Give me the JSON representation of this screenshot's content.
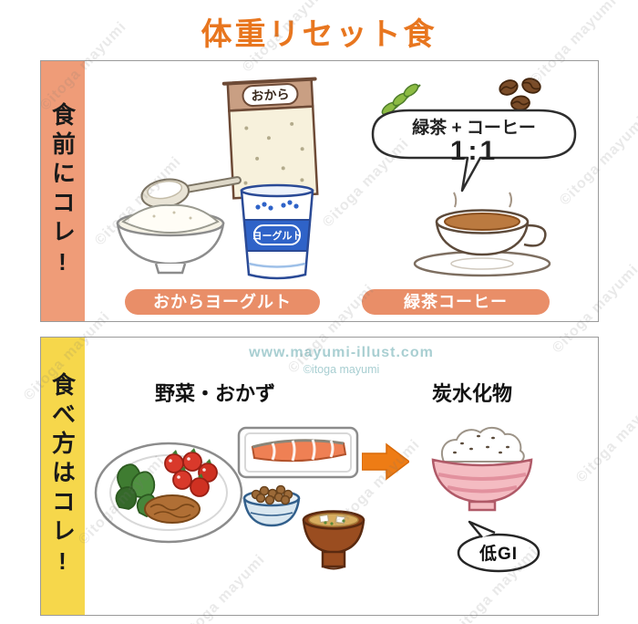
{
  "page": {
    "title": "体重リセット食"
  },
  "watermark": {
    "text": "©itoga mayumi",
    "site": "www.mayumi-illust.com",
    "credit": "©itoga mayumi"
  },
  "panel_before": {
    "side_label": "食前にコレ!",
    "okara_package_label": "おから",
    "yogurt_cup_label": "ヨーグルト",
    "bubble_line1": "緑茶 + コーヒー",
    "bubble_line2": "1:1",
    "tag_left": "おからヨーグルト",
    "tag_right": "緑茶コーヒー"
  },
  "panel_eating": {
    "side_label": "食べ方はコレ!",
    "heading_left": "野菜・おかず",
    "heading_right": "炭水化物",
    "lowgi_label": "低GI"
  },
  "colors": {
    "title_orange": "#e8761f",
    "strip_salmon": "#ef9c78",
    "strip_yellow": "#f6d74b",
    "tag_salmon": "#e98e68",
    "arrow_orange": "#ee7c15",
    "watermark_teal": "#a9cfd2"
  }
}
